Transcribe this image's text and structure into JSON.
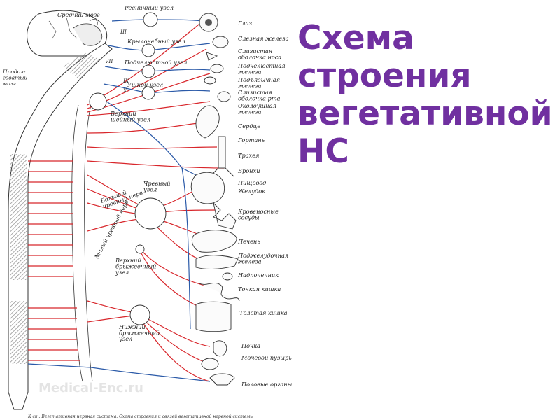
{
  "title_lines": [
    "Схема",
    "строения",
    "вегетативной",
    "НС"
  ],
  "colors": {
    "title": "#7030a0",
    "sympathetic": "#d8262b",
    "parasympathetic": "#2b5aa8"
  },
  "brain_labels": {
    "midbrain": "Средний мозг",
    "medulla": "Продол-\nговатый\nмозг"
  },
  "cranial_nerves": [
    "III",
    "VII",
    "IX",
    "X"
  ],
  "ganglia": {
    "ciliary": "Ресничный узел",
    "pterygopalatine": "Крылонебный узел",
    "submandibular": "Подчелюстной узел",
    "otic": "Ушной узел",
    "superior_cervical": "Верхний\nшейный узел",
    "celiac": "Чревный\nузел",
    "superior_mesenteric": "Верхний\nбрыжеечный\nузел",
    "inferior_mesenteric": "Нижний\nбрыжеечный\nузел"
  },
  "nerves": {
    "greater_splanchnic": "Большой\nчревный нерв",
    "lesser_splanchnic": "Малый чревный нерв"
  },
  "organs": [
    "Глаз",
    "Слезная железа",
    "Слизистая\nоболочка носа",
    "Подчелюстная\nжелеза",
    "Подъязычная\nжелеза",
    "Слизистая\nоболочка рта",
    "Околоушная\nжелеза",
    "Сердце",
    "Гортань",
    "Трахея",
    "Бронхи",
    "Пищевод",
    "Желудок",
    "Кровеносные\nсосуды",
    "Печень",
    "Поджелудочная\nжелеза",
    "Надпочечник",
    "Тонкая кишка",
    "Толстая кишка",
    "Почка",
    "Мочевой пузырь",
    "Половые органы"
  ],
  "watermark": "Medical-Enc.ru",
  "caption": "К ст. Вегетативная нервная система. Схема строения и связей вегетативной нервной системы"
}
